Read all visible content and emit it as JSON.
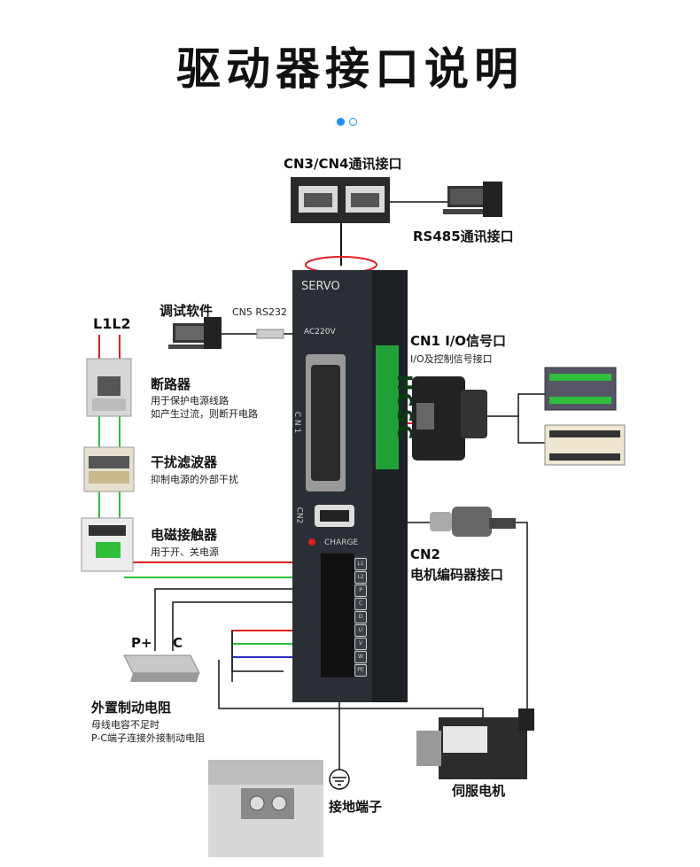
{
  "title": "驱动器接口说明",
  "pager": {
    "active": 0,
    "count": 2
  },
  "top_connector": {
    "label": "CN3/CN4通讯接口"
  },
  "rs485": {
    "label": "RS485通讯接口"
  },
  "debug": {
    "label": "调试软件",
    "port": "CN5 RS232"
  },
  "power_in": {
    "label": "L1L2"
  },
  "breaker": {
    "label": "断路器",
    "desc1": "用于保护电源线路",
    "desc2": "如产生过流，则断开电路"
  },
  "filter": {
    "label": "干扰滤波器",
    "desc": "抑制电源的外部干扰"
  },
  "contactor": {
    "label": "电磁接触器",
    "desc": "用于开、关电源"
  },
  "resistor": {
    "label": "外置制动电阻",
    "desc1": "母线电容不足时",
    "desc2": "P-C端子连接外接制动电阻",
    "terminal_p": "P+",
    "terminal_c": "C"
  },
  "drive": {
    "model": "SERVO",
    "voltage": "AC220V",
    "cn1": "C N 1",
    "cn2": "CN2",
    "charge": "CHARGE",
    "brand": "HCSC",
    "terminals": [
      "L1",
      "L2",
      "P",
      "C",
      "D",
      "U",
      "V",
      "W",
      "PE"
    ]
  },
  "cn1": {
    "label": "CN1  I/O信号口",
    "desc": "I/O及控制信号接口"
  },
  "cn2": {
    "label1": "CN2",
    "label2": "电机编码器接口"
  },
  "motor": {
    "label": "伺服电机"
  },
  "ground": {
    "label": "接地端子"
  },
  "colors": {
    "red": "#e01f1f",
    "green": "#2fbf3a",
    "blue": "#2b2ec8",
    "black": "#111111",
    "drive": "#252a30",
    "accent": "#1e90ff"
  }
}
